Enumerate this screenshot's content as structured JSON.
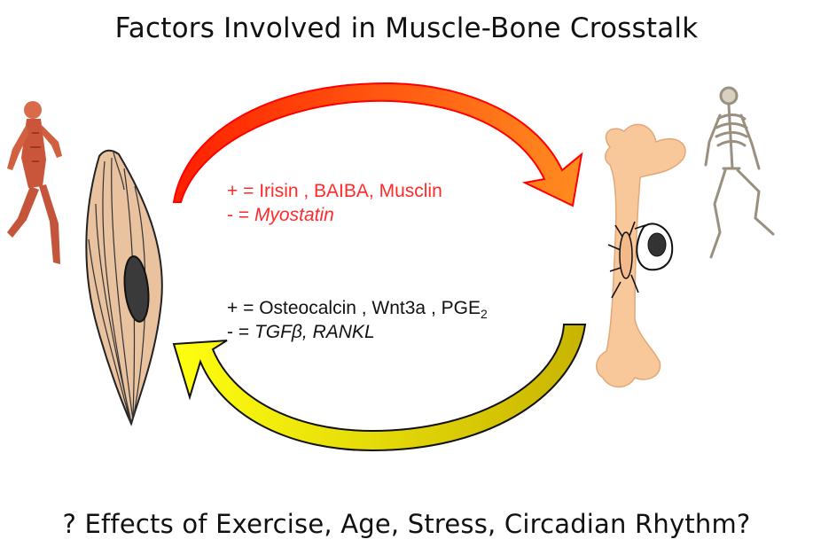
{
  "title": "Factors Involved in Muscle-Bone Crosstalk",
  "footer": "? Effects of Exercise, Age, Stress, Circadian Rhythm?",
  "muscle_to_bone": {
    "positive_prefix": "+ = ",
    "positive_factors": "Irisin , BAIBA, Musclin",
    "negative_prefix": "- = ",
    "negative_factors": "Myostatin",
    "color": "#ff2a2a",
    "arrow_colors": [
      "#ff1a00",
      "#ff8a1a"
    ]
  },
  "bone_to_muscle": {
    "positive_prefix": "+ = ",
    "positive_factors": "Osteocalcin , Wnt3a , PGE",
    "positive_subscript": "2",
    "negative_prefix": "- = ",
    "negative_factors": "TGFβ, RANKL",
    "color": "#111111",
    "arrow_colors": [
      "#f2f200",
      "#c9b800"
    ]
  },
  "colors": {
    "muscle": "#e9c2a0",
    "bone": "#f9c89a",
    "nucleus": "#333333"
  }
}
